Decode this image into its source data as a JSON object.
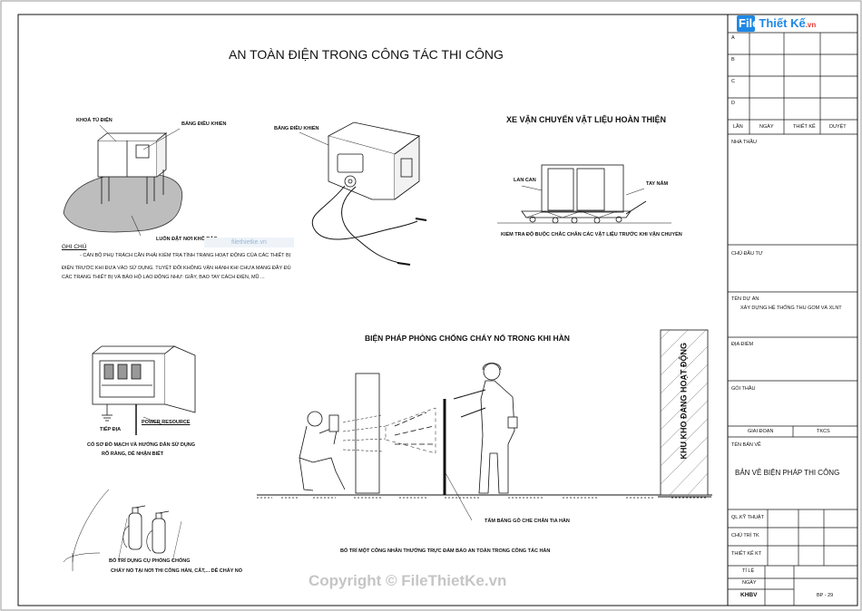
{
  "drawing": {
    "title": "AN TOÀN ĐIỆN TRONG CÔNG TÁC THI CÔNG",
    "section1": {
      "label_lock": "KHOÁ TỦ ĐIỆN",
      "label_panel": "BẢNG ĐIỀU KHIỂN",
      "label_dry": "LUÔN ĐẶT NƠI KHÔ RÁO",
      "label_panel2": "BẢNG ĐIỀU KHIỂN"
    },
    "note": {
      "heading": "GHI CHÚ",
      "line1": "- CÁN BỘ PHỤ TRÁCH CẦN PHẢI KIỂM TRA TÌNH TRẠNG HOẠT ĐỘNG CỦA CÁC THIẾT BỊ",
      "line2": "ĐIỆN TRƯỚC KHI ĐƯA VÀO SỬ DỤNG. TUYỆT ĐỐI KHÔNG VẬN HÀNH KHI CHƯA MANG ĐẦY ĐỦ",
      "line3": "CÁC TRANG THIẾT BỊ VÀ BẢO HỘ LAO ĐỘNG NHƯ: GIẦY, BAO TAY CÁCH ĐIỆN, MŨ ..."
    },
    "cart": {
      "title": "XE VẬN CHUYỂN VẬT LIỆU HOÀN THIỆN",
      "label_rail": "LAN CAN",
      "label_handle": "TAY NẮM",
      "caption": "KIỂM TRA ĐỘ BUỘC CHẮC CHẮN CÁC VẬT LIỆU TRƯỚC KHI VẬN CHUYỂN"
    },
    "welding": {
      "title": "BIỆN PHÁP PHÒNG CHỐNG CHÁY NỔ TRONG KHI HÀN",
      "label_shield": "TẤM BẢNG GỖ CHE CHẮN TIA HÀN",
      "caption": "BỐ TRÍ MỘT CÔNG NHÂN THƯỜNG TRỰC ĐẢM BẢO AN TOÀN TRONG CÔNG TÁC HÀN",
      "warehouse": "KHU KHO ĐANG HOẠT ĐỘNG"
    },
    "cabinet": {
      "label_ground": "TIẾP ĐỊA",
      "label_power": "POWER RESOURCE",
      "caption1": "CÓ SƠ ĐỒ MẠCH VÀ HƯỚNG DẪN SỬ DỤNG",
      "caption2": "RÕ RÀNG, DỄ NHẬN BIẾT"
    },
    "extinguisher": {
      "caption1": "BỐ TRÍ DỤNG CỤ PHÒNG CHỐNG",
      "caption2": "CHÁY NỔ TẠI NƠI THI CÔNG HÀN, CẮT,... DỄ CHÁY NỔ"
    }
  },
  "title_block": {
    "logo": {
      "left": "File",
      "right": "Thiết Kế",
      "suffix": ".vn"
    },
    "revisions": [
      "A",
      "B",
      "C",
      "D"
    ],
    "rev_headers": {
      "lan": "LẦN",
      "ngay": "NGÀY",
      "thietke": "THIẾT KẾ",
      "duyet": "DUYỆT"
    },
    "nha_thau": "NHÀ THẦU",
    "chu_dau_tu": "CHỦ ĐẦU TƯ",
    "ten_du_an_label": "TÊN DỰ ÁN",
    "ten_du_an_value": "XÂY DỰNG HỆ THỐNG THU GOM VÀ XLNT",
    "dia_diem": "ĐỊA ĐIỂM",
    "goi_thau": "GÓI THẦU",
    "giai_doan": "GIAI ĐOẠN",
    "tkcs": "TKCS",
    "ten_ban_ve_label": "TÊN BẢN VẼ",
    "ten_ban_ve_value": "BẢN VẼ  BIỆN PHÁP THI CÔNG",
    "ql_ky_thuat": "QL.KỸ THUẬT",
    "chu_tri": "CHỦ TRÌ TK",
    "thiet_ke_kt": "THIẾT KẾ KT",
    "ti_le": "TỈ LỆ",
    "ngay": "NGÀY",
    "khbv": "KHBV",
    "sheet_no": "BP - 29"
  },
  "watermark": "Copyright © FileThietKe.vn",
  "watermark_small": "filethietke.vn"
}
